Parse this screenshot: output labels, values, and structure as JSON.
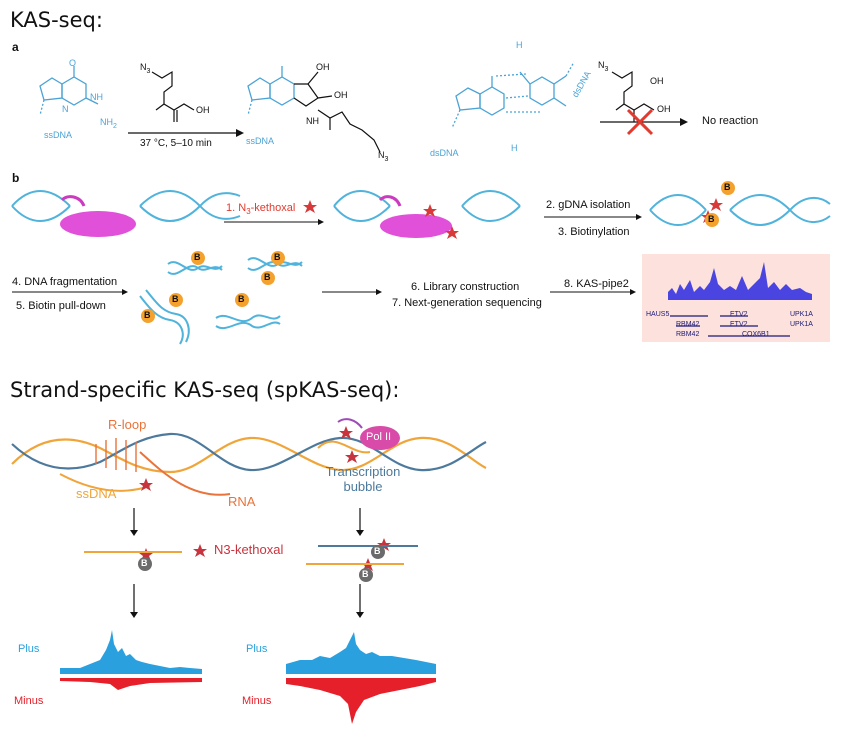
{
  "headings": {
    "kas": "KAS-seq:",
    "spkas": "Strand-specific KAS-seq (spKAS-seq):"
  },
  "panel_a": {
    "label": "a",
    "ssdna_left": "ssDNA",
    "nh": "NH",
    "nh2": "NH",
    "nh2_sub": "2",
    "n": "N",
    "o": "O",
    "reagent_n3": "N",
    "reagent_n3_sub": "3",
    "oh": "OH",
    "condition": "37 °C, 5–10 min",
    "product_ssdna": "ssDNA",
    "product_oh1": "OH",
    "product_oh2": "OH",
    "product_n3": "N",
    "product_n3_sub": "3",
    "product_nh": "N",
    "product_h": "H",
    "dsdna_label": "dsDNA",
    "dsdna_label2": "dsDNA",
    "h": "H",
    "no_reaction": "No reaction"
  },
  "panel_b": {
    "label": "b",
    "step1": "1. N",
    "step1_sub": "3",
    "step1_rest": "-kethoxal",
    "step2": "2. gDNA isolation",
    "step3": "3. Biotinylation",
    "step4": "4. DNA fragmentation",
    "step5": "5. Biotin pull-down",
    "step6": "6. Library construction",
    "step7": "7. Next-generation sequencing",
    "step8": "8. KAS-pipe2",
    "biotin": "B",
    "genes": {
      "haus5": "HAUS5",
      "rbm42_a": "RBM42",
      "etv2_a": "ETV2",
      "upk1a_a": "UPK1A",
      "etv2_b": "ETV2",
      "upk1a_b": "UPK1A",
      "rbm42_b": "RBM42",
      "cox6b1": "COX6B1"
    }
  },
  "spkas": {
    "rloop": "R-loop",
    "ssdna": "ssDNA",
    "rna": "RNA",
    "pol2": "Pol II",
    "bubble1": "Transcription",
    "bubble2": "bubble",
    "kethoxal": "N3-kethoxal",
    "biotin": "B",
    "plus_left": "Plus",
    "minus_left": "Minus",
    "plus_right": "Plus",
    "minus_right": "Minus"
  },
  "colors": {
    "dna_blue": "#4fb3dc",
    "dna_orange": "#f0a53a",
    "dna_slate": "#4d7a9c",
    "rna_orange": "#e9733a",
    "magenta": "#e050d8",
    "star_red": "#d83a3a",
    "plus_blue": "#2aa0de",
    "minus_red": "#e5202a",
    "track_purple": "#4a44e0",
    "track_bg": "#fde1dc",
    "biotin_orange": "#f4a12d",
    "chem_blue": "#4aa3d6"
  }
}
